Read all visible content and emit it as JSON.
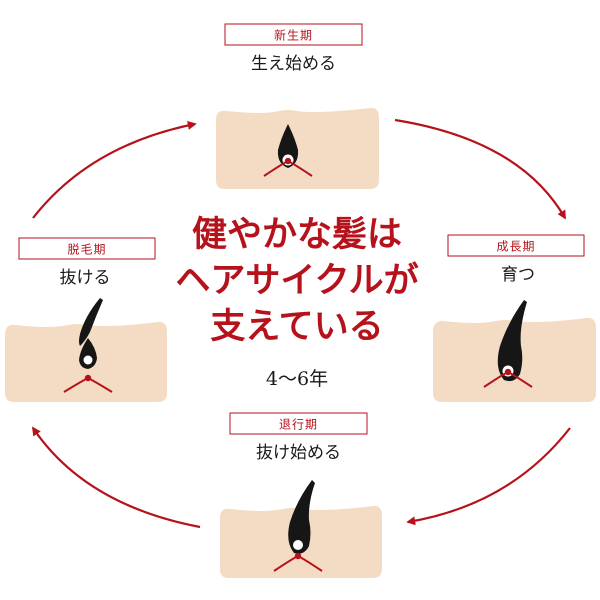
{
  "headline": {
    "line1": "健やかな髪は",
    "line2": "ヘアサイクルが",
    "line3": "支えている",
    "duration": "4〜6年"
  },
  "stages": [
    {
      "label": "新生期",
      "description": "生え始める"
    },
    {
      "label": "成長期",
      "description": "育つ"
    },
    {
      "label": "退行期",
      "description": "抜け始める"
    },
    {
      "label": "脱毛期",
      "description": "抜ける"
    }
  ],
  "colors": {
    "accent": "#b5121b",
    "skin": "#f3dcc3",
    "skin_edge": "#ecd0b1",
    "hair": "#161616",
    "bulb": "#ffffff",
    "label_border": "#b5121b"
  }
}
